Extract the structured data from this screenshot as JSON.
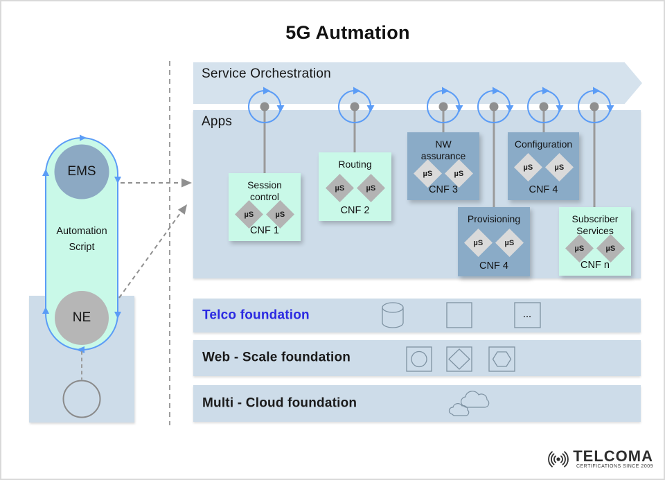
{
  "title": "5G Autmation",
  "bands": {
    "service_orchestration": {
      "label": "Service Orchestration"
    },
    "apps": {
      "label": "Apps"
    },
    "telco": {
      "label": "Telco foundation",
      "accent_color": "#2b2ae2"
    },
    "web_scale": {
      "label": "Web - Scale foundation"
    },
    "multi_cloud": {
      "label": "Multi - Cloud foundation"
    }
  },
  "left_group": {
    "ems": "EMS",
    "automation_lines": [
      "Automation",
      "Script"
    ],
    "ne": "NE"
  },
  "micro_label": "µS",
  "cnf_boxes": [
    {
      "id": "session-control",
      "title_lines": [
        "Session",
        "control"
      ],
      "cnf": "CNF 1",
      "style": "mint"
    },
    {
      "id": "routing",
      "title_lines": [
        "Routing"
      ],
      "cnf": "CNF 2",
      "style": "mint"
    },
    {
      "id": "nw-assurance",
      "title_lines": [
        "NW",
        "assurance"
      ],
      "cnf": "CNF 3",
      "style": "steel"
    },
    {
      "id": "configuration",
      "title_lines": [
        "Configuration"
      ],
      "cnf": "CNF 4",
      "style": "steel"
    },
    {
      "id": "provisioning",
      "title_lines": [
        "Provisioning"
      ],
      "cnf": "CNF 4",
      "style": "steel"
    },
    {
      "id": "subscriber-services",
      "title_lines": [
        "Subscriber",
        "Services"
      ],
      "cnf": "CNF n",
      "style": "mint"
    }
  ],
  "foundation_icons": {
    "dots": "..."
  },
  "logo": {
    "name": "TELCOMA",
    "tagline": "CERTIFICATIONS SINCE 2009"
  },
  "colors": {
    "band": "#cddce9",
    "band_arrow": "#d5e2ed",
    "mint_box": "#c9f9e8",
    "steel_box": "#8aabc7",
    "loop_blue": "#5b9cf6",
    "connector_gray": "#9a9a9a",
    "diamond_dark": "#b3b3b3",
    "diamond_light": "#dadada",
    "ems_circle": "#8ca9c3",
    "ne_circle": "#b6b6b6"
  }
}
